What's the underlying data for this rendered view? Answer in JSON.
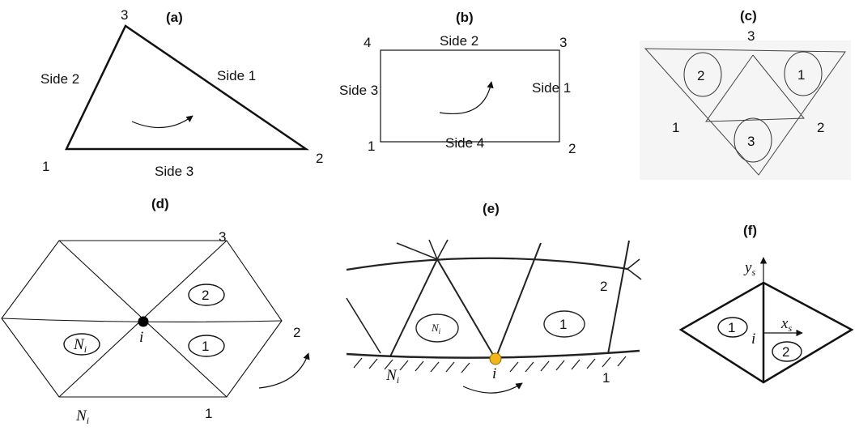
{
  "panels": {
    "a": {
      "title": "(a)",
      "vertices": [
        "1",
        "2",
        "3"
      ],
      "sides": [
        "Side 1",
        "Side 2",
        "Side 3"
      ]
    },
    "b": {
      "title": "(b)",
      "vertices": [
        "1",
        "2",
        "3",
        "4"
      ],
      "sides": [
        "Side 1",
        "Side 2",
        "Side 3",
        "Side 4"
      ]
    },
    "c": {
      "title": "(c)",
      "vertices": [
        "1",
        "2",
        "3"
      ],
      "elements": [
        "1",
        "2",
        "3"
      ]
    },
    "d": {
      "title": "(d)",
      "vertices": [
        "1",
        "2",
        "3"
      ],
      "elements": [
        "2",
        "1"
      ],
      "node_label": "i",
      "neighbor_label": "N",
      "neighbor_sub": "i"
    },
    "e": {
      "title": "(e)",
      "vertices": [
        "1",
        "2"
      ],
      "elements": [
        "1"
      ],
      "node_label": "i",
      "neighbor_label": "N",
      "neighbor_sub": "i"
    },
    "f": {
      "title": "(f)",
      "elements": [
        "1",
        "2"
      ],
      "node_label": "i",
      "y_axis": "y",
      "y_sub": "s",
      "x_axis": "x",
      "x_sub": "s"
    }
  },
  "colors": {
    "line": "#111111",
    "node_interior": "#000000",
    "node_boundary": "#f2b51c"
  }
}
